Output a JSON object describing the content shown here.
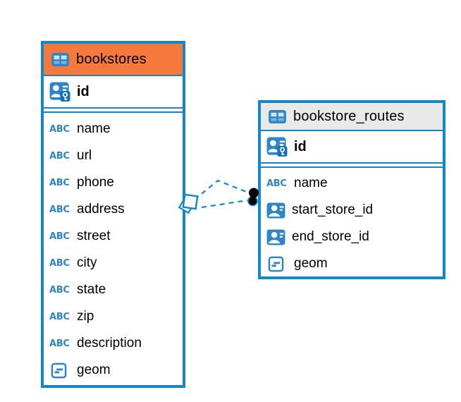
{
  "colors": {
    "accent_blue": "#1288c9",
    "icon_blue": "#2e86c6",
    "bookstores_header": "#f5793c",
    "routes_header": "#e9e9e9",
    "endpoint_dot": "#000000"
  },
  "icons": {
    "abc_label": "ABC"
  },
  "tables": [
    {
      "name": "bookstores",
      "primary_key": {
        "name": "id"
      },
      "columns": [
        {
          "name": "name",
          "type": "text"
        },
        {
          "name": "url",
          "type": "text"
        },
        {
          "name": "phone",
          "type": "text"
        },
        {
          "name": "address",
          "type": "text"
        },
        {
          "name": "street",
          "type": "text"
        },
        {
          "name": "city",
          "type": "text"
        },
        {
          "name": "state",
          "type": "text"
        },
        {
          "name": "zip",
          "type": "text"
        },
        {
          "name": "description",
          "type": "text"
        },
        {
          "name": "geom",
          "type": "geometry"
        }
      ]
    },
    {
      "name": "bookstore_routes",
      "primary_key": {
        "name": "id"
      },
      "columns": [
        {
          "name": "name",
          "type": "text"
        },
        {
          "name": "start_store_id",
          "type": "reference"
        },
        {
          "name": "end_store_id",
          "type": "reference"
        },
        {
          "name": "geom",
          "type": "geometry"
        }
      ]
    }
  ],
  "relationships": {
    "count": 2,
    "line_style": "dashed",
    "source_marker": "diamond",
    "target_marker": "filled-dot"
  }
}
